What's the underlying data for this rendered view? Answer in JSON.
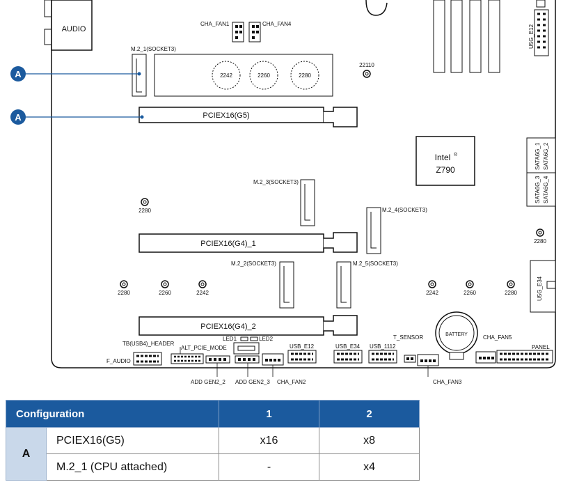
{
  "labels": {
    "audio": "AUDIO",
    "cha_fan1": "CHA_FAN1",
    "cha_fan4": "CHA_FAN4",
    "usb_e12_top": "U5G_E12",
    "m2_1": "M.2_1(SOCKET3)",
    "pad_2242": "2242",
    "pad_2260": "2260",
    "pad_2280": "2280",
    "pad_22110": "22110",
    "pciex16_g5": "PCIEX16(G5)",
    "chipset_line1": "Intel",
    "chipset_reg": "®",
    "chipset_line2": "Z790",
    "sata_1": "SATA6G_1",
    "sata_2": "SATA6G_2",
    "sata_3": "SATA6G_3",
    "sata_4": "SATA6G_4",
    "m2_3": "M.2_3(SOCKET3)",
    "m2_4": "M.2_4(SOCKET3)",
    "pciex16_g4_1": "PCIEX16(G4)_1",
    "m2_2": "M.2_2(SOCKET3)",
    "m2_5": "M.2_5(SOCKET3)",
    "usb_e34_right": "U5G_E34",
    "pciex16_g4_2": "PCIEX16(G4)_2",
    "battery": "BATTERY",
    "cha_fan5": "CHA_FAN5",
    "panel": "PANEL",
    "led1": "LED1",
    "led2": "LED2",
    "tb_header": "TB(USB4)_HEADER",
    "alt_pcie_mode": "ALT_PCIE_MODE",
    "usb_e12": "USB_E12",
    "usb_e34": "USB_E34",
    "usb_1112": "USB_1112",
    "t_sensor": "T_SENSOR",
    "f_audio": "F_AUDIO",
    "add_gen2_2": "ADD GEN2_2",
    "add_gen2_3": "ADD GEN2_3",
    "cha_fan2": "CHA_FAN2",
    "cha_fan3": "CHA_FAN3",
    "callout_a1": "A",
    "callout_a2": "A"
  },
  "table": {
    "headers": [
      "Configuration",
      "1",
      "2"
    ],
    "group": "A",
    "rows": [
      {
        "name": "PCIEX16(G5)",
        "col1": "x16",
        "col2": "x8"
      },
      {
        "name": "M.2_1 (CPU attached)",
        "col1": "-",
        "col2": "x4"
      }
    ]
  },
  "colors": {
    "callout": "#1b5a9e",
    "header": "#1b5a9e",
    "rowhead": "#c9d8ea"
  }
}
